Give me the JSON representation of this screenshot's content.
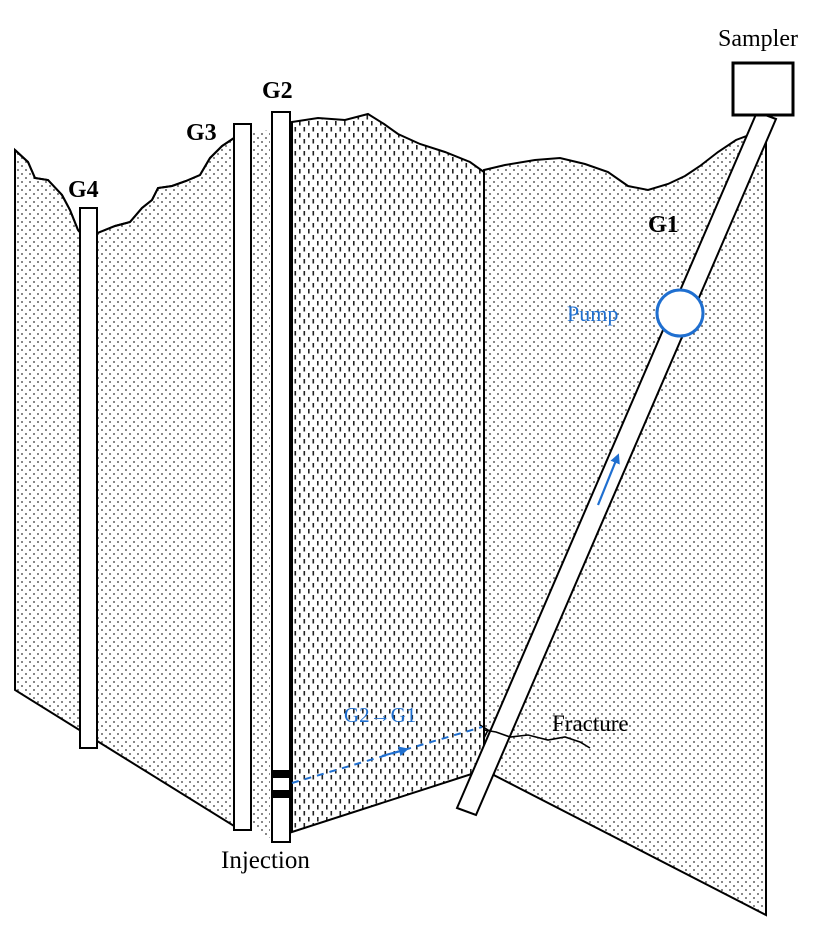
{
  "labels": {
    "sampler": "Sampler",
    "g1": "G1",
    "g2": "G2",
    "g3": "G3",
    "g4": "G4",
    "pump": "Pump",
    "fracture": "Fracture",
    "flow_path": "G2→G1",
    "injection": "Injection"
  },
  "colors": {
    "ink": "#000000",
    "accent": "#1f6fd0",
    "background": "#ffffff"
  },
  "icons": {
    "sampler": "square-box-icon",
    "pump": "circle-pump-icon",
    "flow_up": "arrow-up-icon",
    "flow_right": "arrow-right-icon"
  }
}
